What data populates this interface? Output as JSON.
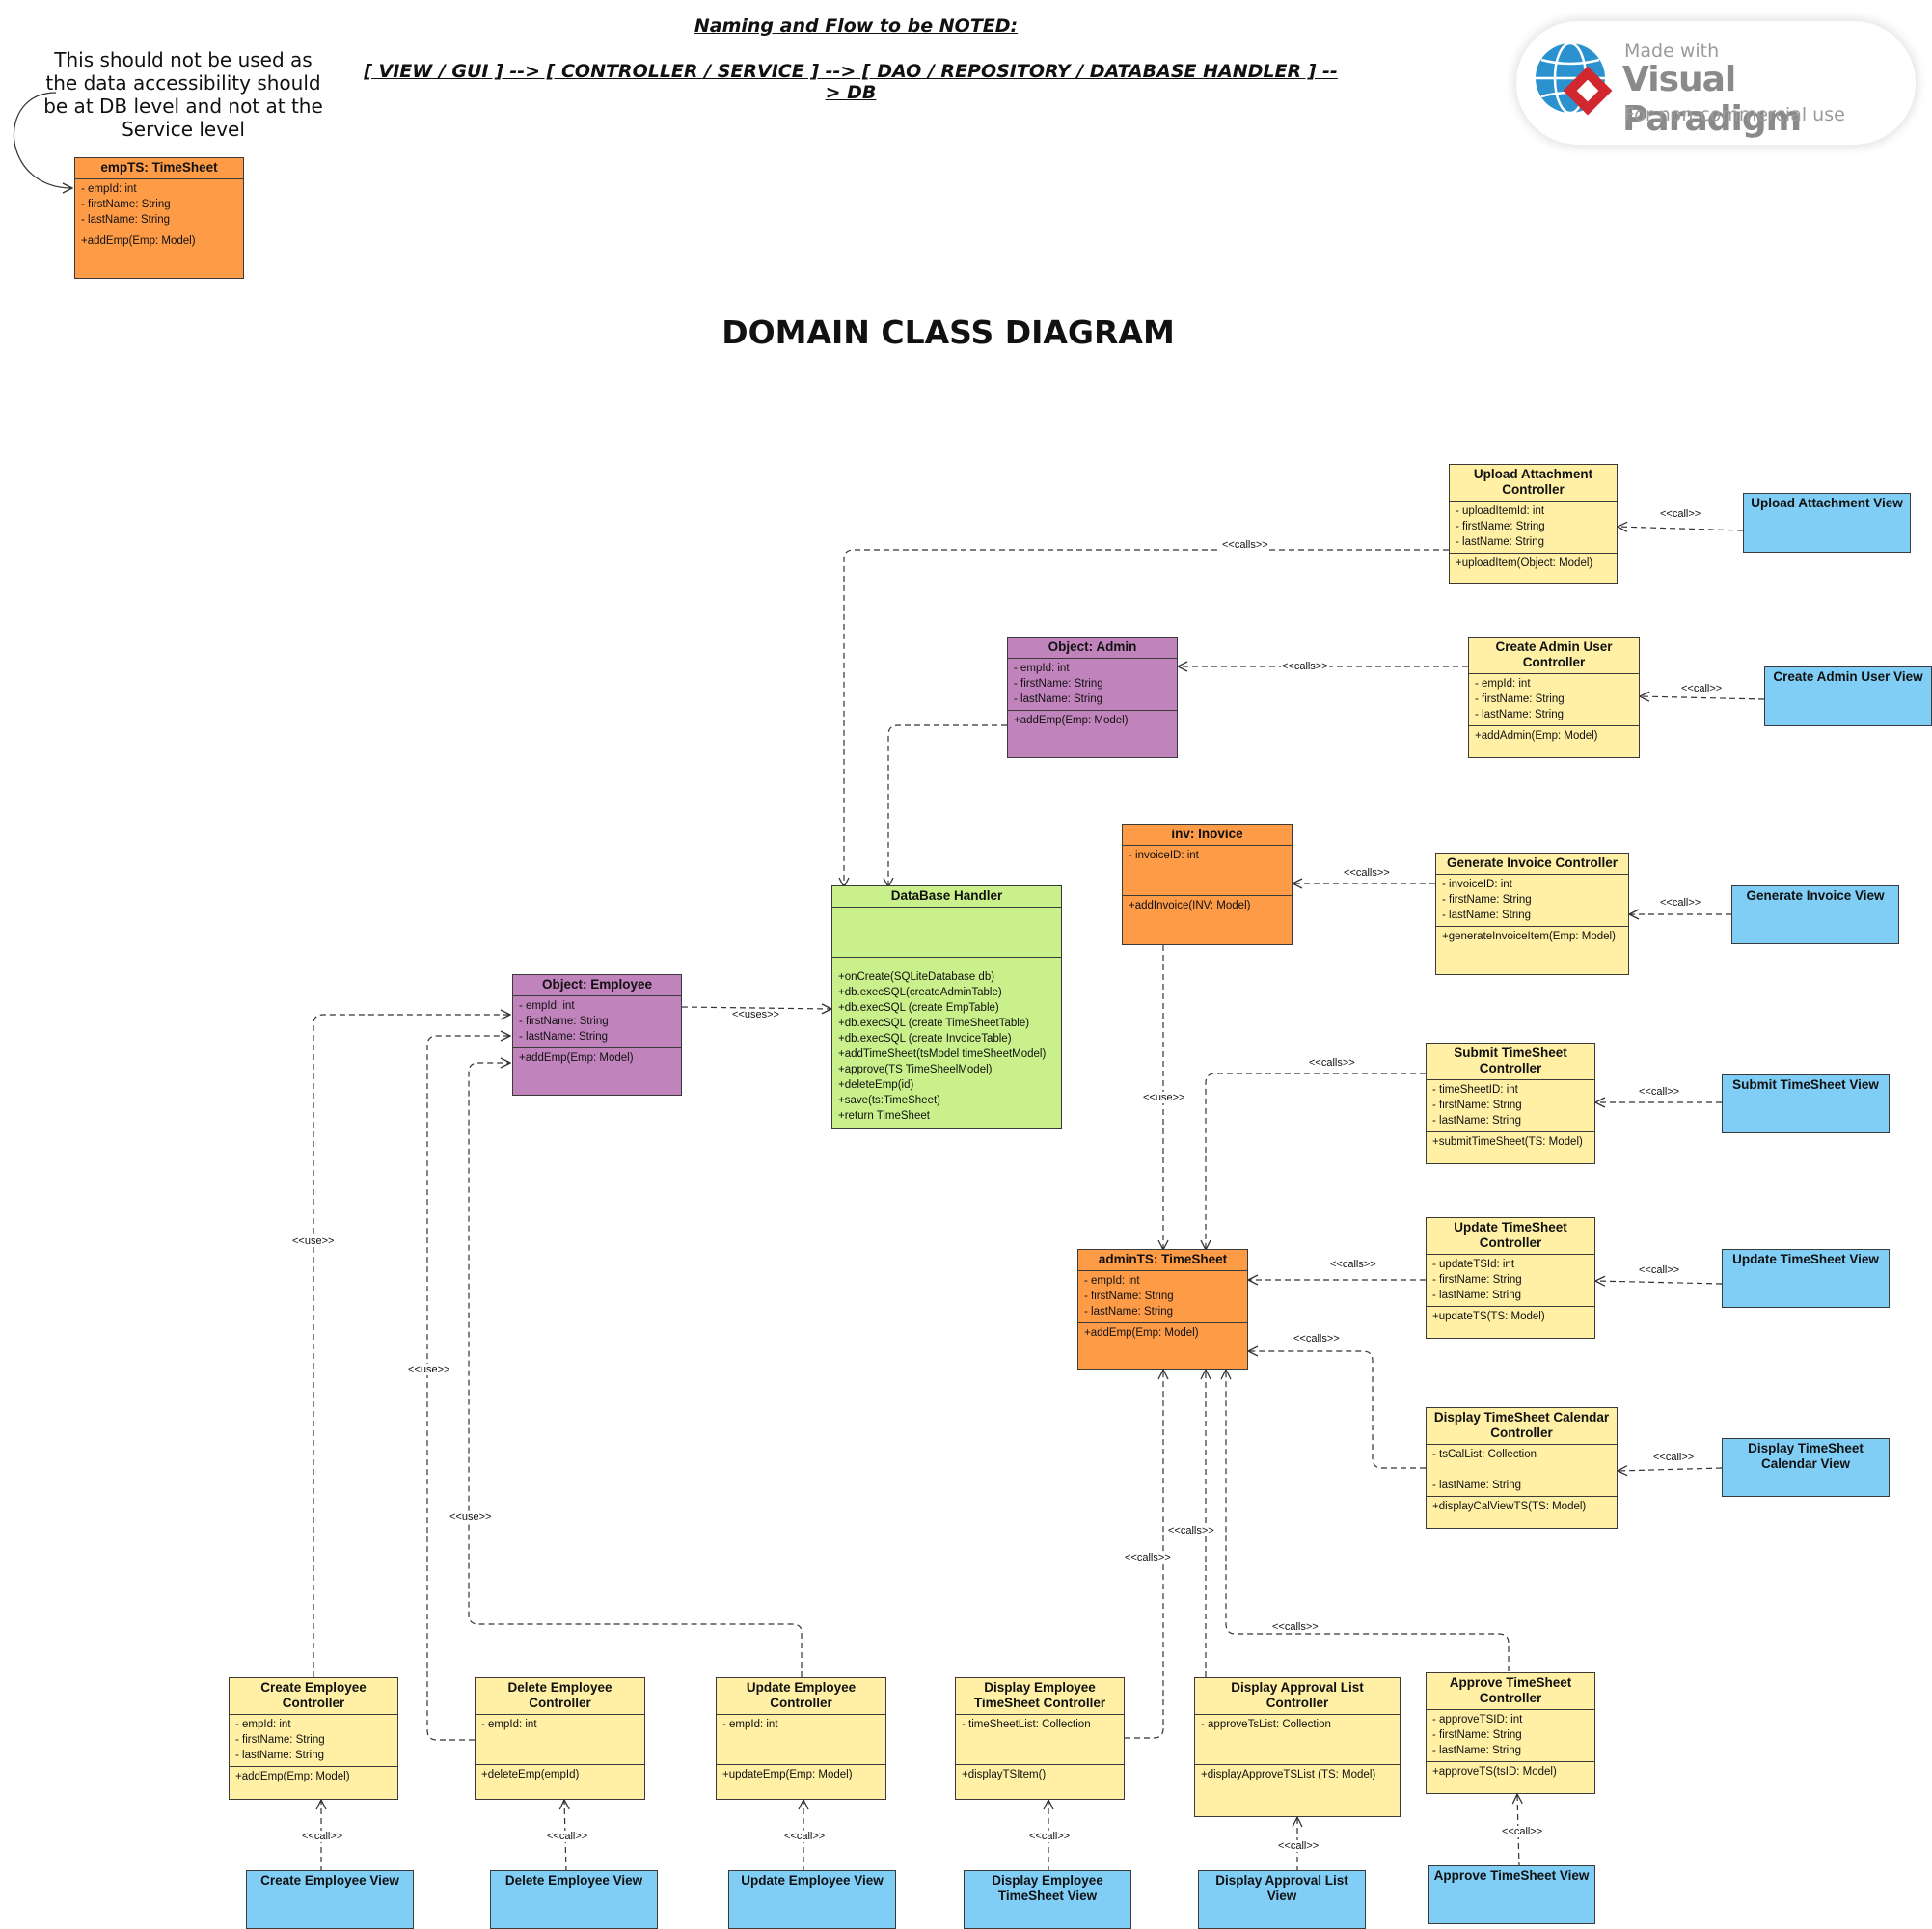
{
  "header": {
    "naming_title": "Naming and Flow to be NOTED:",
    "flow": "[ VIEW / GUI ] --> [ CONTROLLER / SERVICE ] --> [ DAO / REPOSITORY / DATABASE HANDLER ] --> DB"
  },
  "note": "This should not be used as the data accessibility should be at DB level and not at the Service level",
  "title": "DOMAIN CLASS DIAGRAM",
  "badge": {
    "made": "Made with",
    "brand": "Visual Paradigm",
    "noncommercial": "For non-commercial use"
  },
  "classes": {
    "empTS": {
      "title": "empTS: TimeSheet",
      "attrs": [
        "- empId: int",
        "- firstName: String",
        "- lastName: String"
      ],
      "ops": [
        "+addEmp(Emp: Model)"
      ]
    },
    "upload_ctrl": {
      "title": "Upload Attachment Controller",
      "attrs": [
        "- uploadItemId: int",
        "- firstName: String",
        "- lastName: String"
      ],
      "ops": [
        "+uploadItem(Object: Model)"
      ]
    },
    "admin_obj": {
      "title": "Object: Admin",
      "attrs": [
        "- empId: int",
        "- firstName: String",
        "- lastName: String"
      ],
      "ops": [
        "+addEmp(Emp: Model)"
      ]
    },
    "create_admin_ctrl": {
      "title": "Create Admin User Controller",
      "attrs": [
        "- empId: int",
        "- firstName: String",
        "- lastName: String"
      ],
      "ops": [
        "+addAdmin(Emp: Model)"
      ]
    },
    "invoice": {
      "title": "inv: Inovice",
      "attrs": [
        "- invoiceID: int"
      ],
      "ops": [
        "+addInvoice(INV: Model)"
      ]
    },
    "gen_invoice_ctrl": {
      "title": "Generate Invoice Controller",
      "attrs": [
        "- invoiceID: int",
        "- firstName: String",
        "- lastName: String"
      ],
      "ops": [
        "+generateInvoiceItem(Emp: Model)"
      ]
    },
    "db_handler": {
      "title": "DataBase Handler",
      "attrs": [],
      "ops": [
        "+onCreate(SQLiteDatabase db)",
        "+db.execSQL(createAdminTable)",
        "+db.execSQL (create EmpTable)",
        "+db.execSQL (create TimeSheetTable)",
        "+db.execSQL (create InvoiceTable)",
        "+addTimeSheet(tsModel timeSheetModel)",
        "+approve(TS TimeSheelModel)",
        "+deleteEmp(id)",
        "+save(ts:TimeSheet)",
        "+return TimeSheet"
      ]
    },
    "employee_obj": {
      "title": "Object: Employee",
      "attrs": [
        "- empId: int",
        "- firstName: String",
        "- lastName: String"
      ],
      "ops": [
        "+addEmp(Emp: Model)"
      ]
    },
    "submit_ctrl": {
      "title": "Submit TimeSheet Controller",
      "attrs": [
        "- timeSheetID: int",
        "- firstName: String",
        "- lastName: String"
      ],
      "ops": [
        "+submitTimeSheet(TS: Model)"
      ]
    },
    "update_ts_ctrl": {
      "title": "Update TimeSheet Controller",
      "attrs": [
        "- updateTSId: int",
        "- firstName: String",
        "- lastName: String"
      ],
      "ops": [
        "+updateTS(TS: Model)"
      ]
    },
    "adminTS": {
      "title": "adminTS: TimeSheet",
      "attrs": [
        "- empId: int",
        "- firstName: String",
        "- lastName: String"
      ],
      "ops": [
        "+addEmp(Emp: Model)"
      ]
    },
    "calendar_ctrl": {
      "title": "Display TimeSheet Calendar Controller",
      "attrs": [
        "- tsCalList: Collection",
        "",
        "- lastName: String"
      ],
      "ops": [
        "+displayCalViewTS(TS: Model)"
      ]
    },
    "create_emp_ctrl": {
      "title": "Create Employee Controller",
      "attrs": [
        "- empId: int",
        "- firstName: String",
        "- lastName: String"
      ],
      "ops": [
        "+addEmp(Emp: Model)"
      ]
    },
    "delete_emp_ctrl": {
      "title": "Delete Employee Controller",
      "attrs": [
        "- empId: int"
      ],
      "ops": [
        "+deleteEmp(empId)"
      ]
    },
    "update_emp_ctrl": {
      "title": "Update Employee Controller",
      "attrs": [
        "- empId: int"
      ],
      "ops": [
        "+updateEmp(Emp: Model)"
      ]
    },
    "display_emp_ts_ctrl": {
      "title": "Display Employee TimeSheet Controller",
      "attrs": [
        "- timeSheetList: Collection"
      ],
      "ops": [
        "+displayTSItem()"
      ]
    },
    "approval_list_ctrl": {
      "title": "Display Approval List Controller",
      "attrs": [
        "- approveTsList: Collection"
      ],
      "ops": [
        "+displayApproveTSList (TS: Model)"
      ]
    },
    "approve_ts_ctrl": {
      "title": "Approve TimeSheet Controller",
      "attrs": [
        "- approveTSID: int",
        "- firstName: String",
        "- lastName: String"
      ],
      "ops": [
        "+approveTS(tsID: Model)"
      ]
    }
  },
  "views": {
    "upload_view": "Upload Attachment View",
    "create_admin_view": "Create Admin User View",
    "gen_invoice_view": "Generate Invoice View",
    "submit_view": "Submit TimeSheet View",
    "update_ts_view": "Update TimeSheet View",
    "calendar_view": "Display TimeSheet Calendar View",
    "create_emp_view": "Create Employee View",
    "delete_emp_view": "Delete Employee View",
    "update_emp_view": "Update Employee View",
    "display_emp_ts_view": "Display Employee TimeSheet View",
    "approval_list_view": "Display Approval List View",
    "approve_ts_view": "Approve TimeSheet View"
  },
  "stereotypes": {
    "call": "<<call>>",
    "calls": "<<calls>>",
    "use": "<<use>>",
    "uses": "<<uses>>"
  },
  "colors": {
    "controller": "#fff0a5",
    "timesheet": "#fd9b47",
    "object": "#c183bb",
    "db_handler": "#c9f08a",
    "view": "#80cef6",
    "border": "#3a3a3a"
  }
}
